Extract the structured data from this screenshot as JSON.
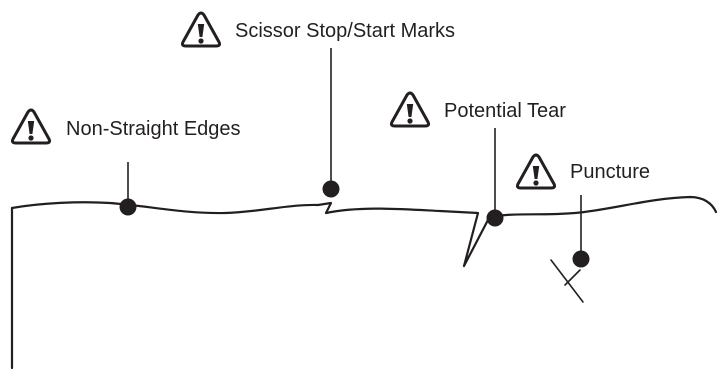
{
  "colors": {
    "line": "#231f20",
    "background": "#ffffff"
  },
  "callouts": [
    {
      "label": "Non-Straight Edges",
      "icon": "warning-triangle-icon"
    },
    {
      "label": "Scissor Stop/Start Marks",
      "icon": "warning-triangle-icon"
    },
    {
      "label": "Potential Tear",
      "icon": "warning-triangle-icon"
    },
    {
      "label": "Puncture",
      "icon": "warning-triangle-icon"
    }
  ]
}
